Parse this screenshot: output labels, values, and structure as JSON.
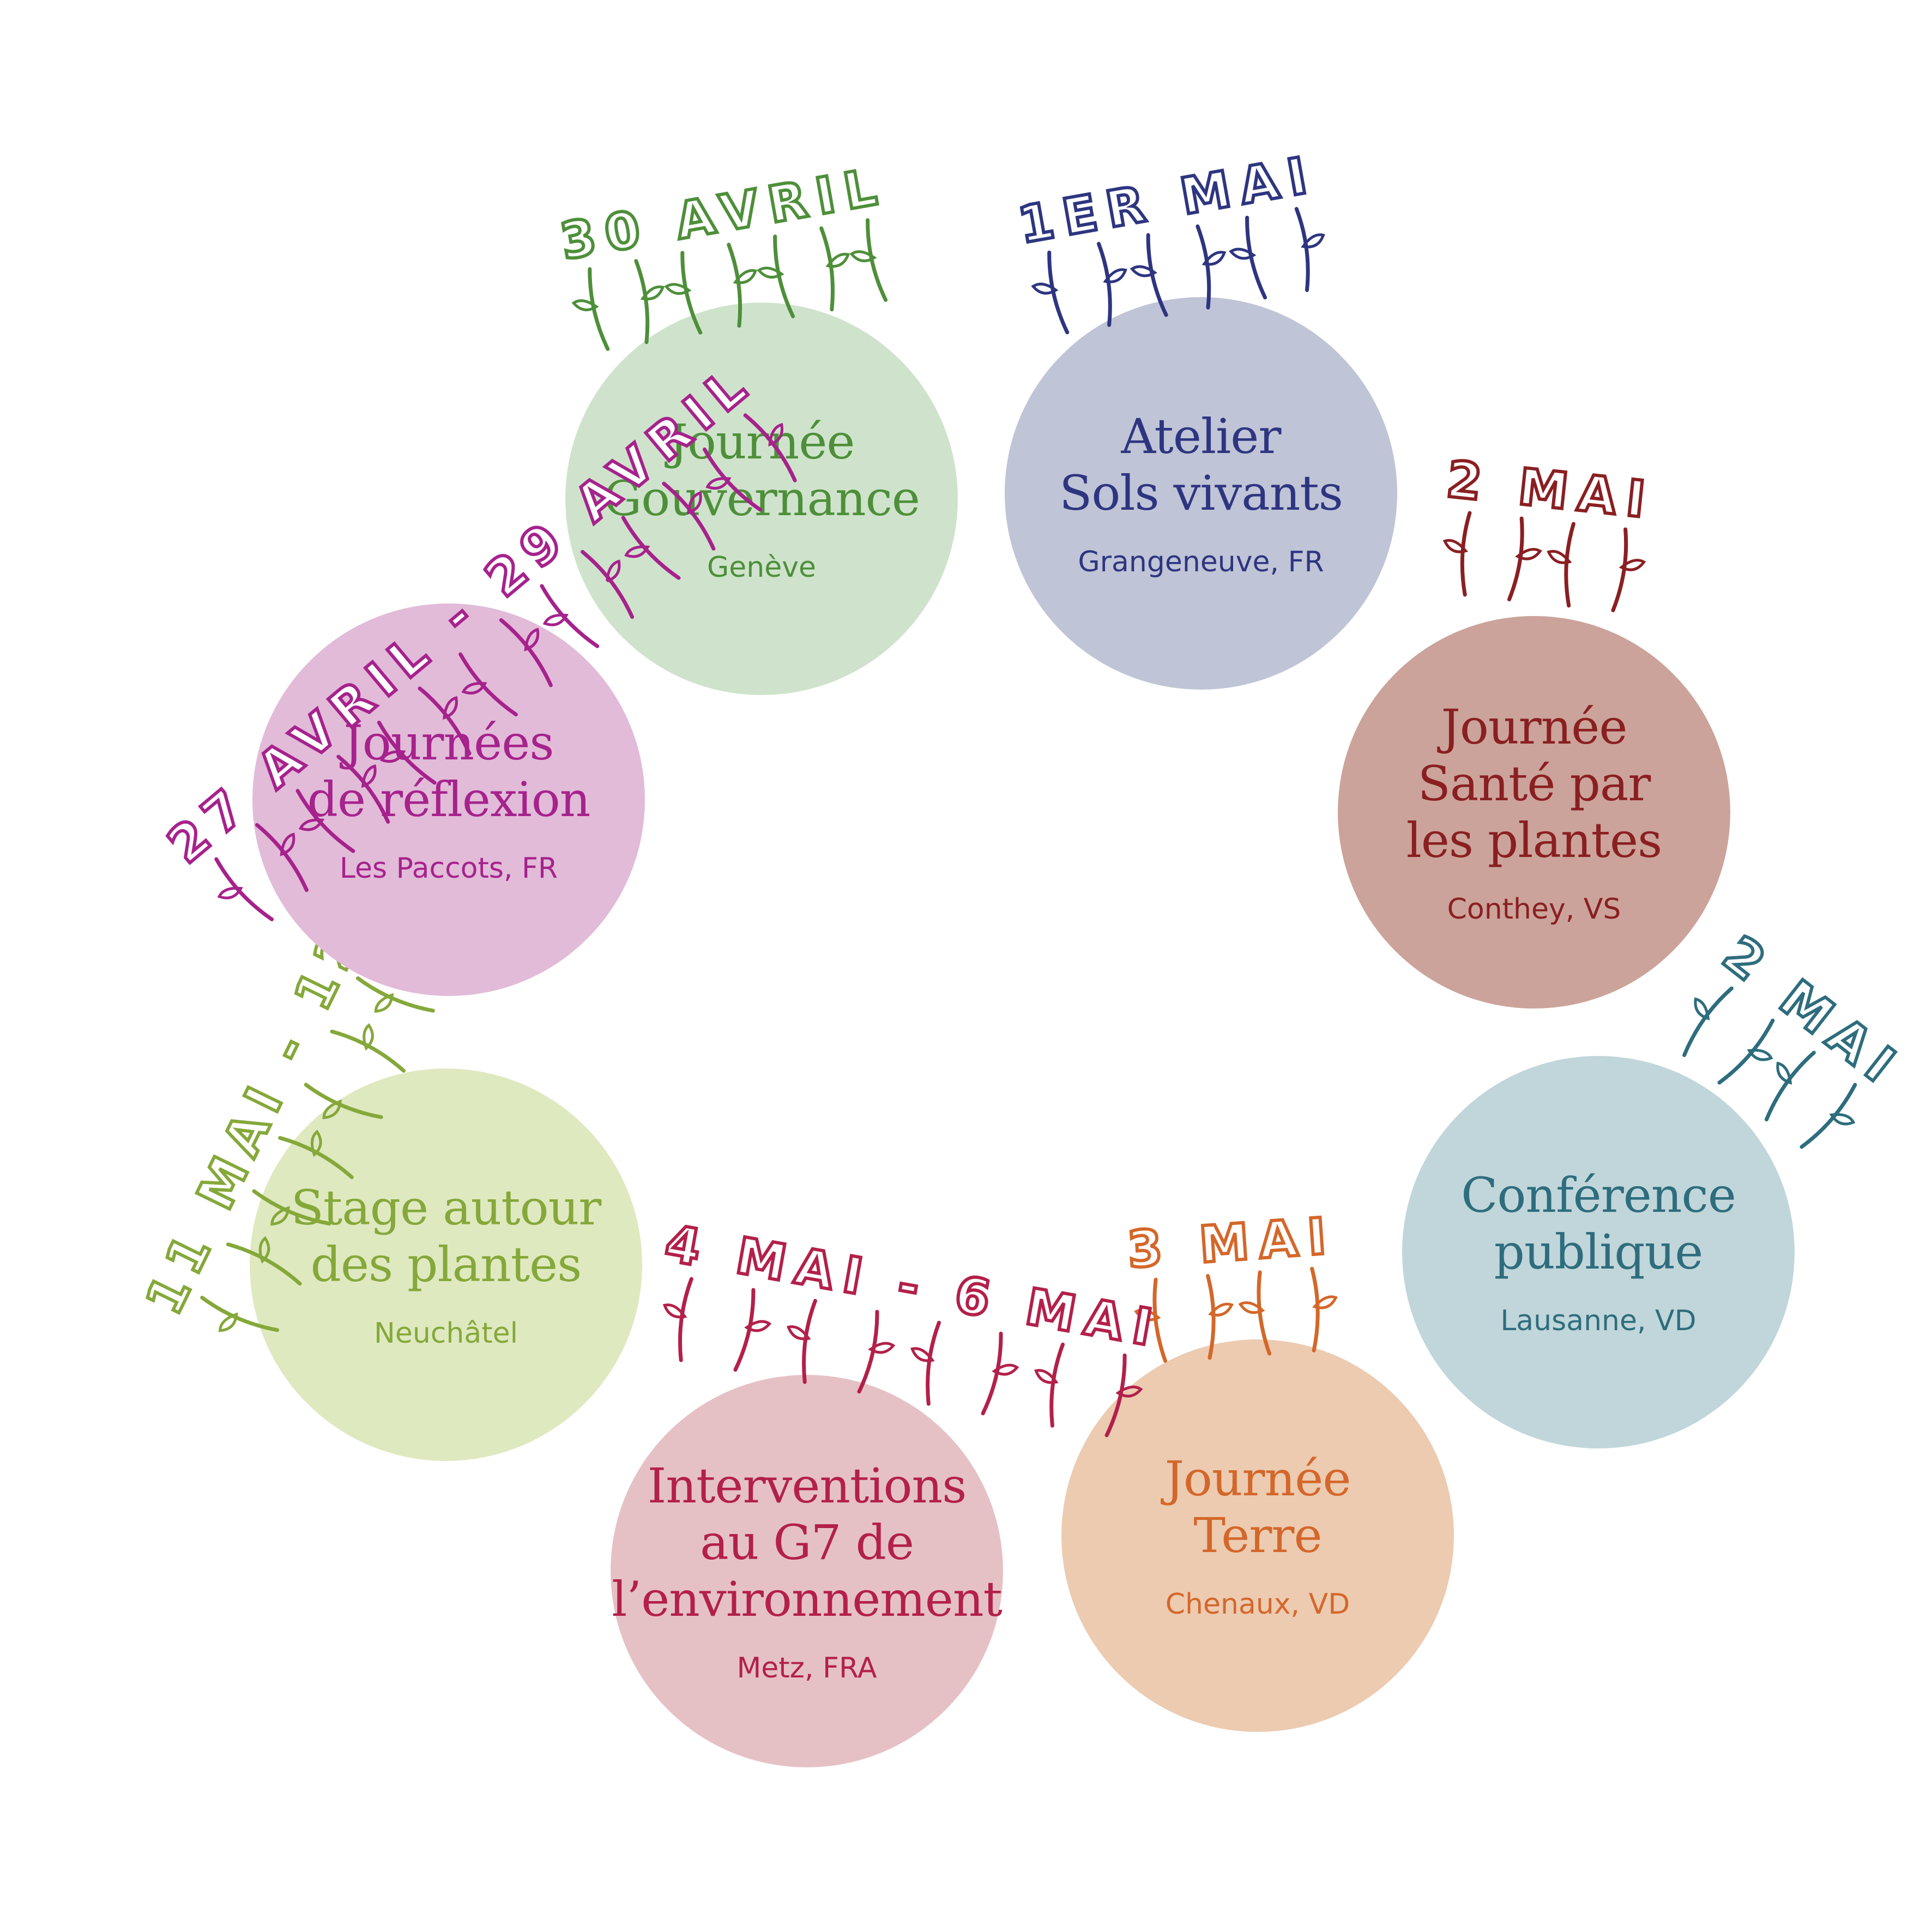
{
  "events": [
    {
      "title": "Journée\nGouvernance",
      "place": "Genève",
      "date": "30 AVRIL",
      "color": "#4e8f3a",
      "fill": "#cfe3cc"
    },
    {
      "title": "Atelier\nSols vivants",
      "place": "Grangeneuve, FR",
      "date": "1ER MAI",
      "color": "#2e3580",
      "fill": "#bfc4d6"
    },
    {
      "title": "Journée\nSanté par\nles plantes",
      "place": "Conthey, VS",
      "date": "2 MAI",
      "color": "#8a1f22",
      "fill": "#cba39a"
    },
    {
      "title": "Conférence\npublique",
      "place": "Lausanne, VD",
      "date": "2 MAI",
      "color": "#2e6d7d",
      "fill": "#c1d6da"
    },
    {
      "title": "Journée\nTerre",
      "place": "Chenaux, VD",
      "date": "3 MAI",
      "color": "#d4672a",
      "fill": "#eccbb1"
    },
    {
      "title": "Interventions\nau G7 de\nl’environnement",
      "place": "Metz, FRA",
      "date": "4 MAI - 6 MAI",
      "color": "#b3204a",
      "fill": "#e5c1c6"
    },
    {
      "title": "Stage autour\ndes plantes",
      "place": "Neuchâtel",
      "date": "11 MAI - 12 MAI",
      "color": "#85a83a",
      "fill": "#dfe9c0"
    },
    {
      "title": "Journées\nde réflexion",
      "place": "Les Paccots, FR",
      "date": "27 AVRIL - 29 AVRIL",
      "color": "#a6228c",
      "fill": "#e1bbd8"
    }
  ]
}
